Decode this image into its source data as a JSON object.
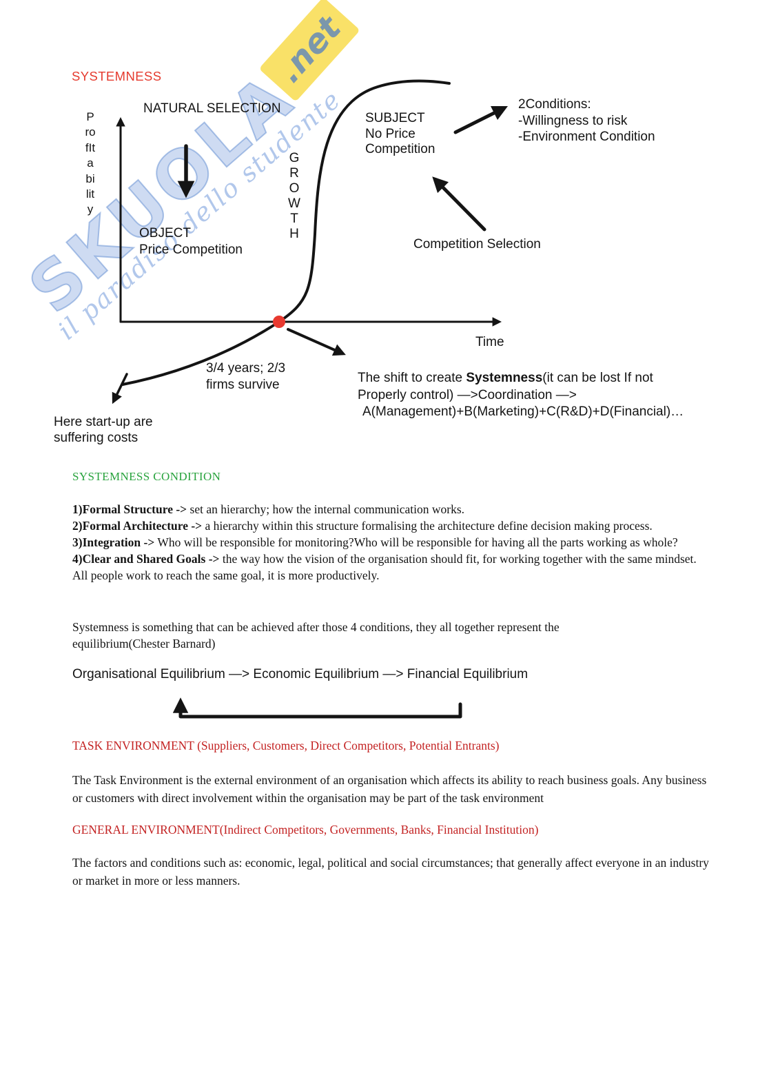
{
  "colors": {
    "title_red": "#e53a2e",
    "heading_green": "#27a23c",
    "heading_red": "#c32222",
    "dot_red": "#e8392f",
    "ink": "#141414"
  },
  "title": "SYSTEMNESS",
  "watermark": {
    "brand": "SKUOLA",
    "suffix": ".net",
    "tagline": "il paradiso dello studente"
  },
  "diagram": {
    "natural_selection_label": "NATURAL SELECTION",
    "profitability_axis": "ProfItability",
    "growth_axis": "GROWTH",
    "subject_line1": "SUBJECT",
    "subject_line2": "No Price",
    "subject_line3": "Competition",
    "conditions_title": "2Conditions:",
    "conditions_item1": "-Willingness to risk",
    "conditions_item2": "-Environment Condition",
    "object_line1": "OBJECT",
    "object_line2": "Price Competition",
    "competition_selection_label": "Competition Selection",
    "time_axis": "Time",
    "survival_line1": "3/4 years; 2/3",
    "survival_line2": "firms survive",
    "startup_line1": "Here start-up are",
    "startup_line2": "suffering costs",
    "shift_text_prefix": "The shift to create ",
    "shift_text_bold": "Systemness",
    "shift_text_suffix": "(it can be lost If not",
    "shift_text_line2": "Properly control) —>Coordination —>",
    "shift_text_line3": "A(Management)+B(Marketing)+C(R&D)+D(Financial)…"
  },
  "systemness_condition": {
    "heading": "SYSTEMNESS CONDITION",
    "items": [
      {
        "lead": "1)Formal Structure ->",
        "text": " set an hierarchy; how the internal communication works."
      },
      {
        "lead": "2)Formal Architecture ->",
        "text": " a hierarchy within this structure formalising the architecture define decision making process."
      },
      {
        "lead": "3)Integration ->",
        "text": " Who will be responsible for monitoring?Who will be responsible for having all the parts working as whole?"
      },
      {
        "lead": "4)Clear and Shared Goals ->",
        "text": " the way how the vision of the organisation should fit, for working together with the same mindset. All people work to reach the same goal, it is more productively."
      }
    ],
    "summary": "Systemness is something that can be achieved after those 4 conditions, they all together represent the equilibrium(Chester Barnard)"
  },
  "equilibrium": {
    "line": "Organisational Equilibrium —> Economic Equilibrium —> Financial Equilibrium"
  },
  "task_environment": {
    "heading": "TASK ENVIRONMENT",
    "heading_detail": " (Suppliers, Customers, Direct Competitors, Potential Entrants)",
    "body": "The Task Environment is the external environment of an organisation which affects its ability to reach business goals. Any business or customers with direct involvement within the organisation may be part of the task environment"
  },
  "general_environment": {
    "heading": "GENERAL ENVIRONMENT",
    "heading_detail": "(Indirect Competitors, Governments, Banks, Financial Institution)",
    "body": "The factors and conditions such as: economic, legal, political and social circumstances; that generally affect everyone in an industry or market in more or less manners."
  }
}
